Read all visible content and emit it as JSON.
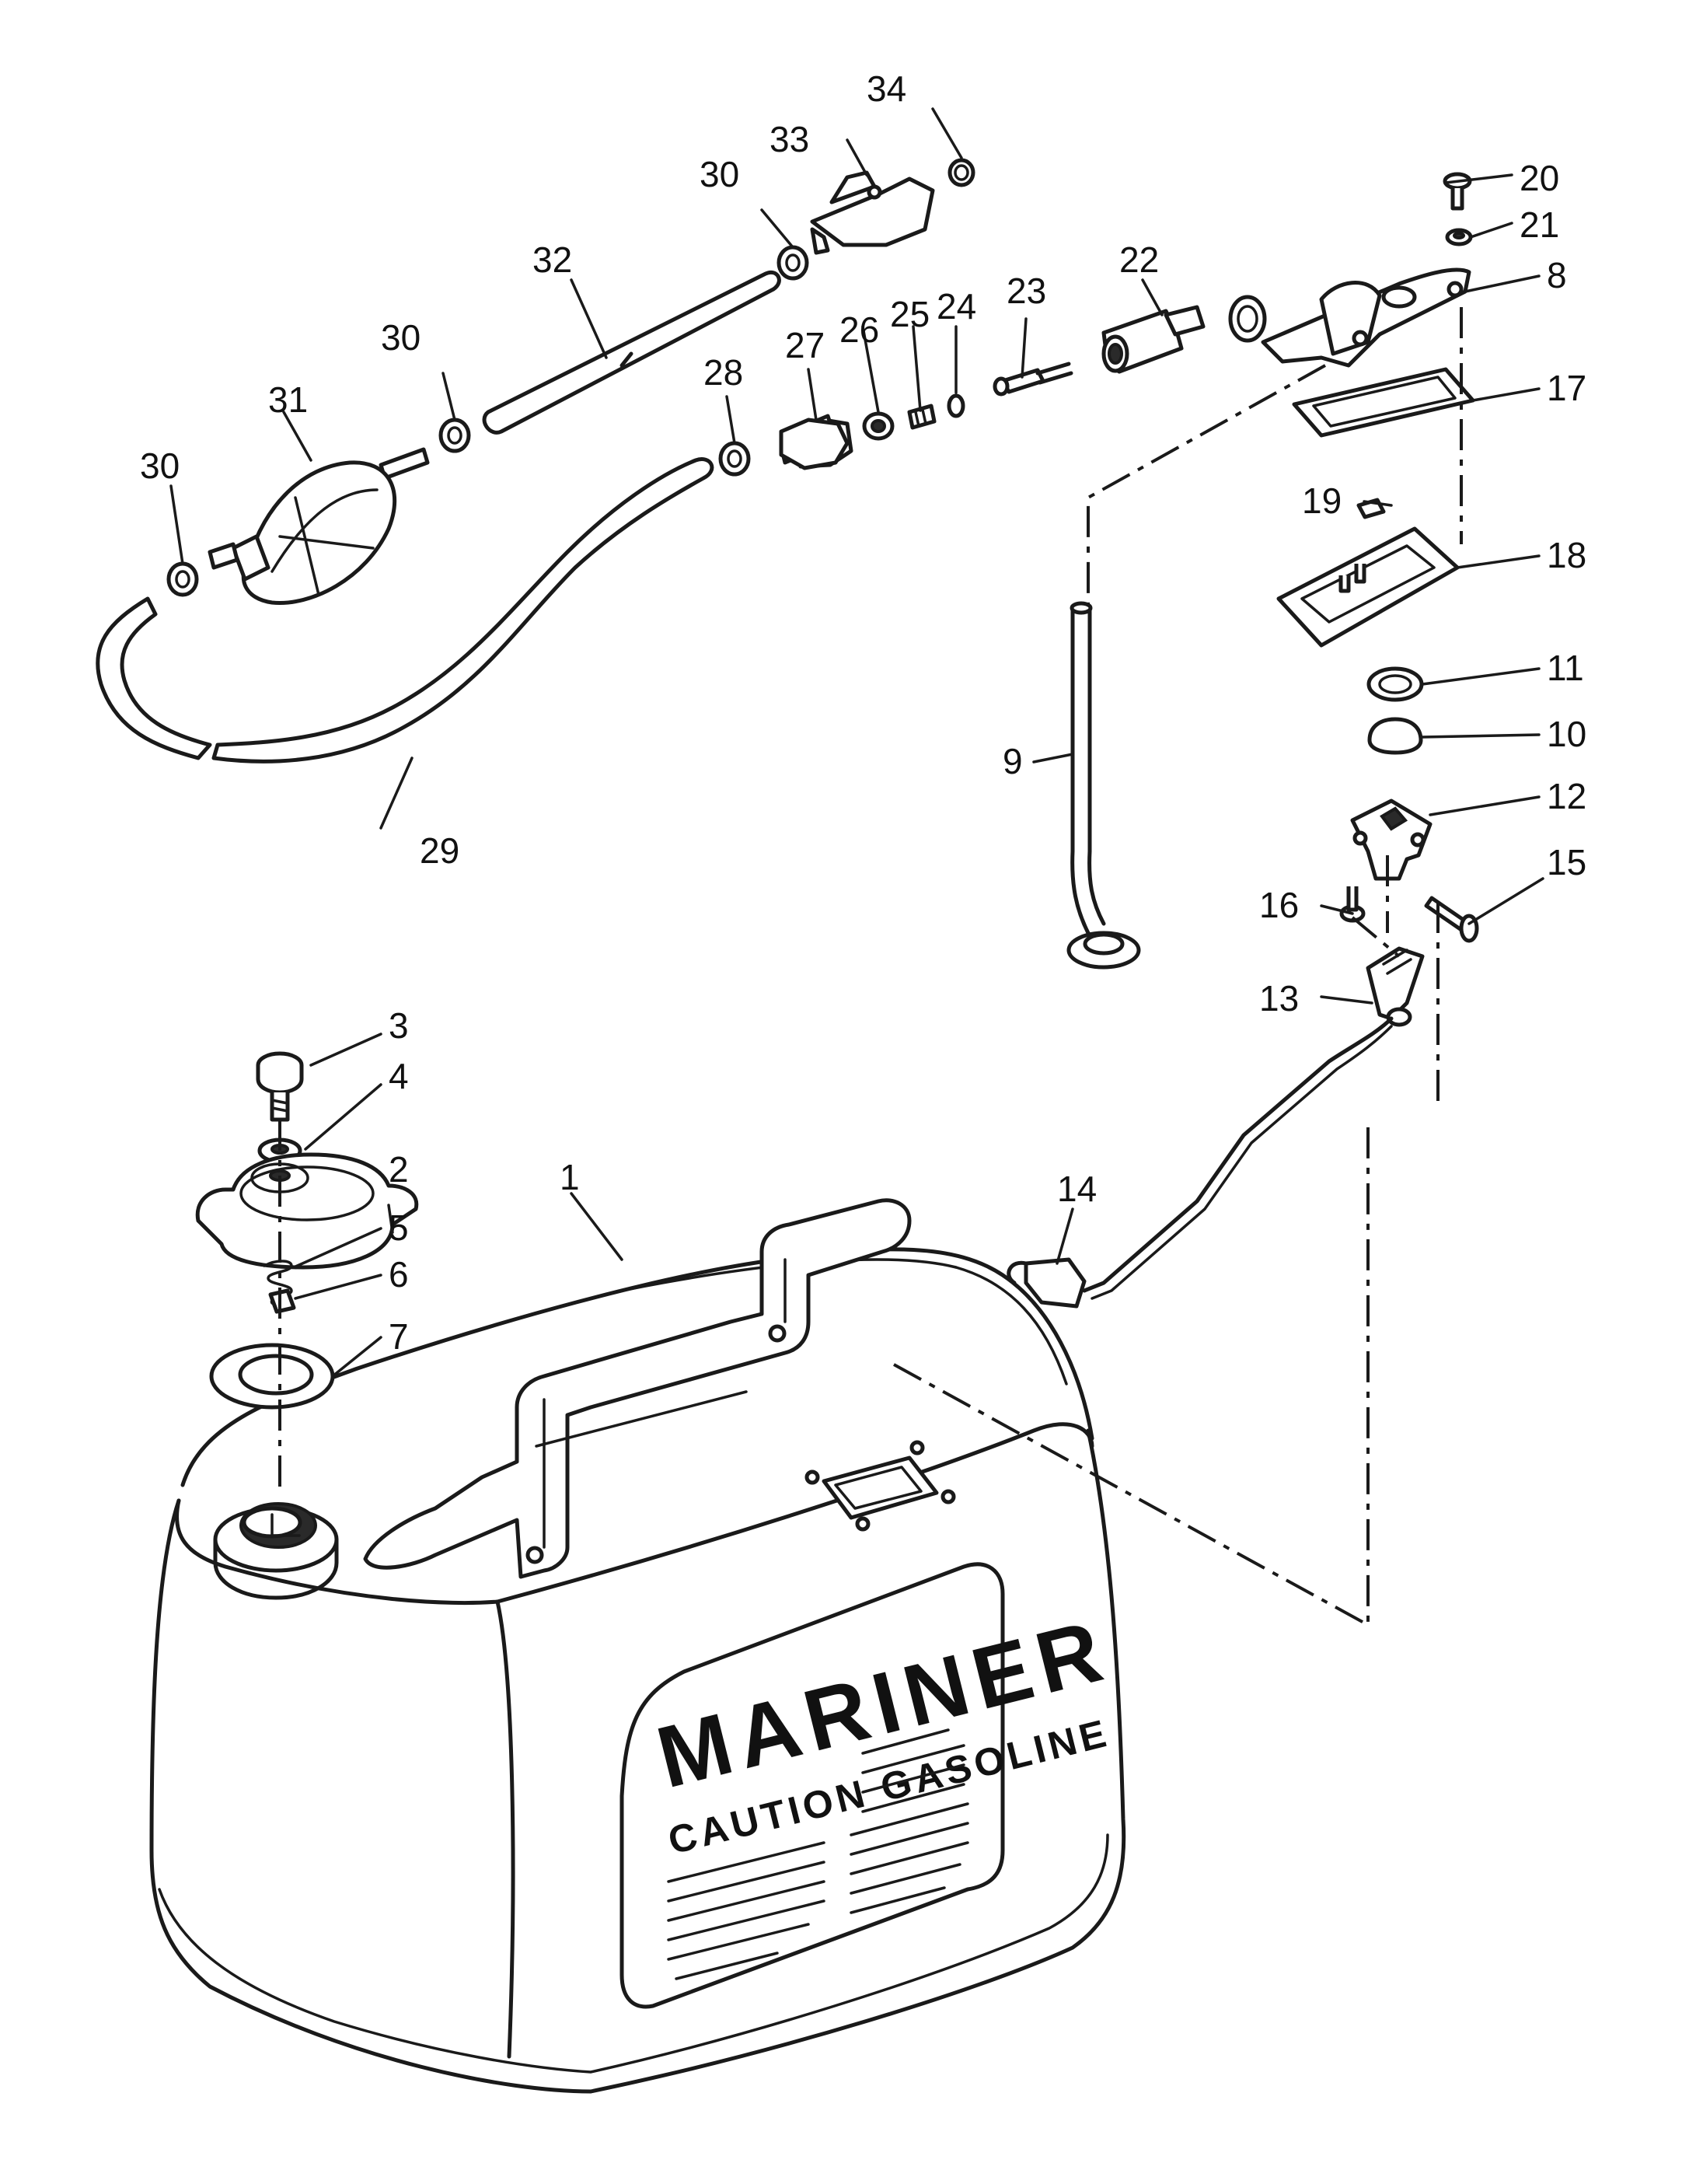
{
  "label_brand": "MARINER",
  "label_caution": "CAUTION GASOLINE",
  "callouts": [
    "1",
    "2",
    "3",
    "4",
    "5",
    "6",
    "7",
    "8",
    "9",
    "10",
    "11",
    "12",
    "13",
    "14",
    "15",
    "16",
    "17",
    "18",
    "19",
    "20",
    "21",
    "22",
    "23",
    "24",
    "25",
    "26",
    "27",
    "28",
    "29",
    "30",
    "31",
    "32",
    "33",
    "34"
  ]
}
